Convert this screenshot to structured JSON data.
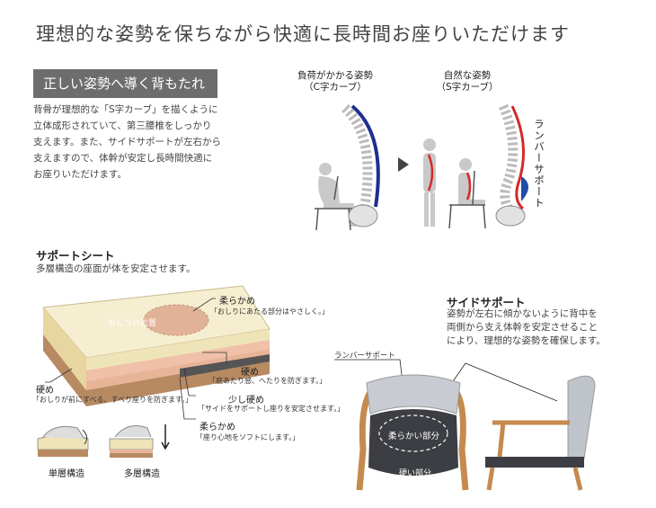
{
  "title": "理想的な姿勢を保ちながら快適に長時間お座りいただけます",
  "posture": {
    "heading": "正しい姿勢へ導く背もたれ",
    "body": [
      "背骨が理想的な「S字カーブ」を描くように",
      "立体成形されていて、第三腰椎をしっかり",
      "支えます。また、サイドサポートが左右から",
      "支えますので、体幹が安定し長時間快適に",
      "お座りいただけます。"
    ],
    "bad_label": [
      "負荷がかかる姿勢",
      "（C字カーブ）"
    ],
    "good_label": [
      "自然な姿勢",
      "（S字カーブ）"
    ],
    "lumbar_label": "ランバーサポート",
    "colors": {
      "bad_curve": "#1f2f8f",
      "good_curve": "#d42a2a",
      "lumbar_pad": "#1f4ea8"
    }
  },
  "support_seat": {
    "heading": "サポートシート",
    "body": "多層構造の座面が体を安定させます。",
    "hip_label": "おしりの位置",
    "layers": [
      {
        "name": "柔らかめ",
        "note": "「おしりにあたる部分はやさしく。」"
      },
      {
        "name": "硬め",
        "note": "「底あたり感、へたりを防ぎます。」"
      },
      {
        "name": "少し硬め",
        "note": "「サイドをサポートし座りを安定させます。」"
      },
      {
        "name": "柔らかめ",
        "note": "「座り心地をソフトにします。」"
      }
    ],
    "front": {
      "name": "硬め",
      "note": "「おしりが前にすべる、すべり座りを防ぎます。」"
    },
    "compare": [
      "単層構造",
      "多層構造"
    ]
  },
  "side_support": {
    "heading": "サイドサポート",
    "body": [
      "姿勢が左右に傾かないように背中を",
      "両側から支え体幹を安定させること",
      "により、理想的な姿勢を確保します。"
    ],
    "lumbar_callout": "ランバーサポート",
    "soft_label": "柔らかい部分",
    "hard_label": "硬い部分"
  }
}
